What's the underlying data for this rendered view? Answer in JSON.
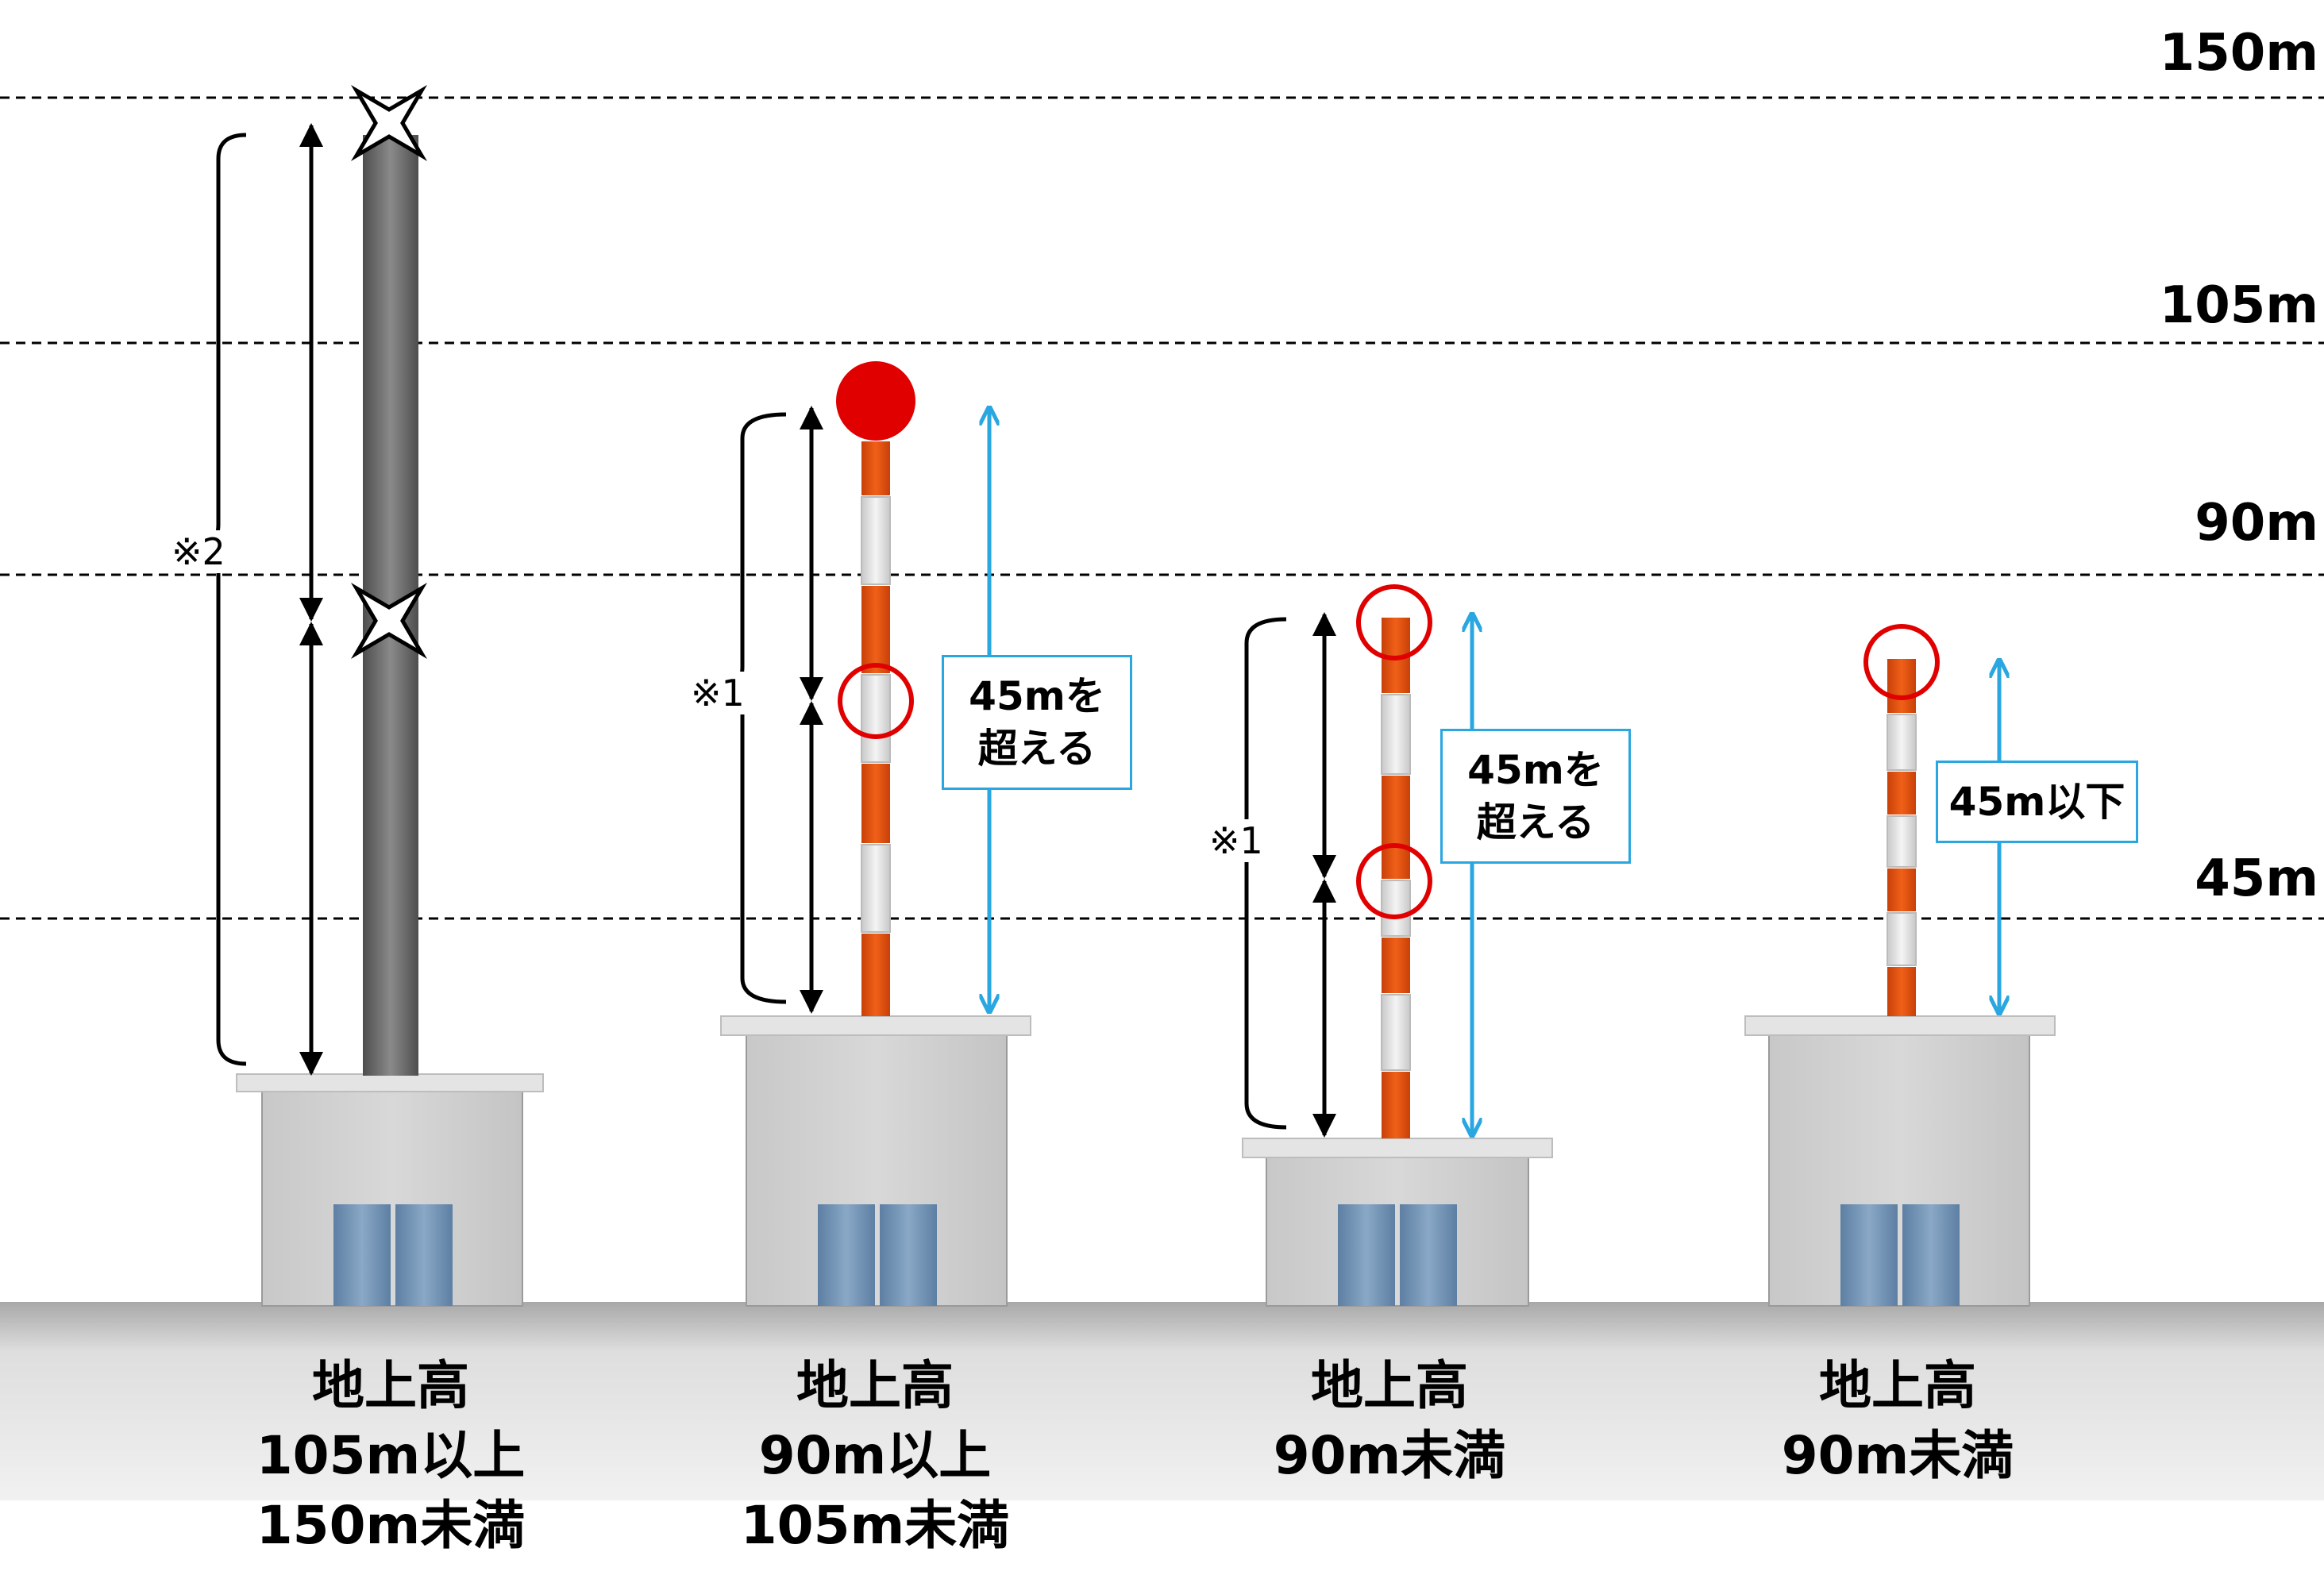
{
  "levels": [
    {
      "label": "150m"
    },
    {
      "label": "105m"
    },
    {
      "label": "90m"
    },
    {
      "label": "45m"
    }
  ],
  "notes": {
    "note2": "※2",
    "note1_a": "※1",
    "note1_b": "※1"
  },
  "boxes": {
    "b1_line1": "45mを",
    "b1_line2": "超える",
    "b2_line1": "45mを",
    "b2_line2": "超える",
    "b3_line1": "45m以下"
  },
  "captions": [
    {
      "line1": "地上高",
      "line2": "105m以上",
      "line3": "150m未満"
    },
    {
      "line1": "地上高",
      "line2": "90m以上",
      "line3": "105m未満"
    },
    {
      "line1": "地上高",
      "line2": "90m未満"
    },
    {
      "line1": "地上高",
      "line2": "90m未満"
    }
  ],
  "colors": {
    "orange": "#e8500e",
    "white_band": "#e6e6e6",
    "red_marker": "#e00000",
    "blue_arrow": "#2aa6e0",
    "gray_pole": "#6e6e6e",
    "building": "#cfcfcf",
    "door": "#6f8fb0",
    "ground": "#cccccc"
  },
  "icons": [
    "aviation-light-star-icon",
    "red-circle-marker-icon",
    "aviation-light-red-ball-icon"
  ]
}
